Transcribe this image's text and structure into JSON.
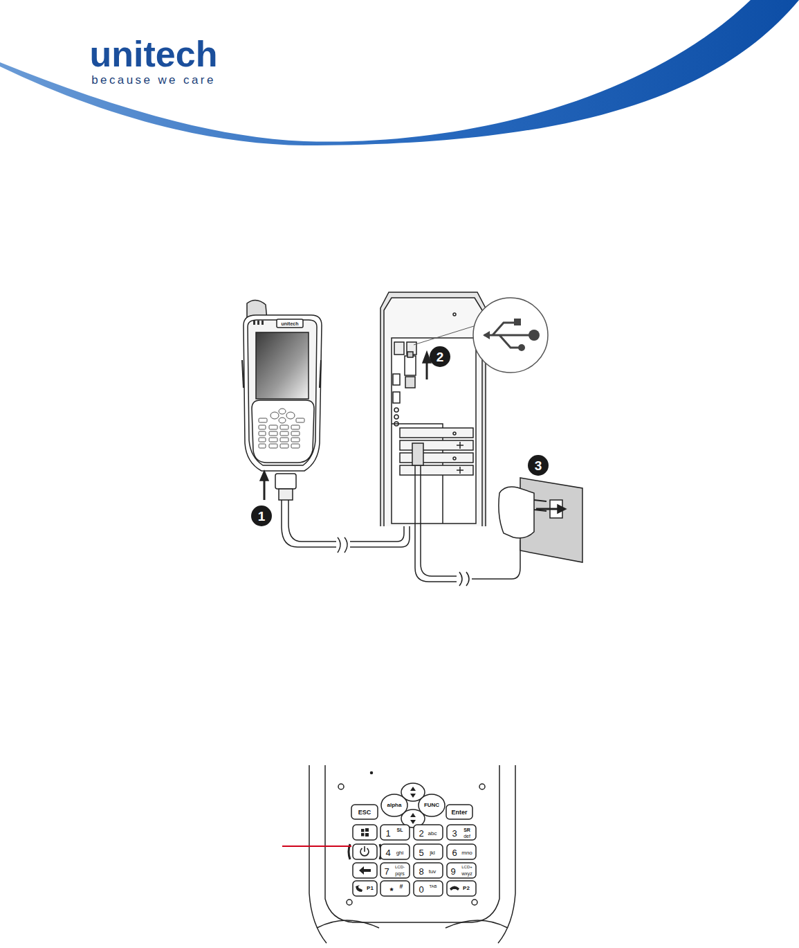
{
  "diagram": {
    "labels": [
      "unitech",
      "because we care",
      "unitech",
      "1",
      "2",
      "3",
      "ESC",
      "alpha",
      "FUNC",
      "Enter",
      "1",
      "SL",
      "2",
      "abc",
      "3",
      "SR",
      "def",
      "4",
      "ghi",
      "5",
      "jkl",
      "6",
      "mno",
      "7",
      "LCD-",
      "pqrs",
      "8",
      "tuv",
      "9",
      "LCD+",
      "wxyz",
      "P1",
      "*",
      "#",
      "0",
      "TAB",
      "P2"
    ]
  }
}
